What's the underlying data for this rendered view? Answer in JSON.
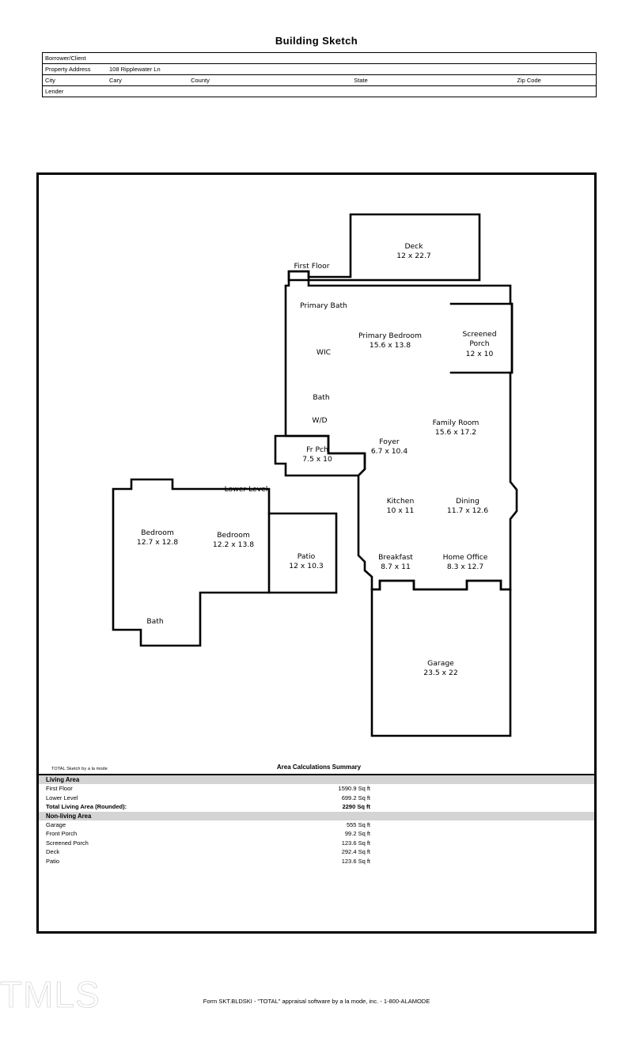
{
  "document": {
    "title": "Building Sketch",
    "footer_note": "Form SKT.BLDSKI - \"TOTAL\" appraisal software by a la mode, inc. - 1-800-ALAMODE",
    "watermark": "TMLS"
  },
  "header": {
    "rows": [
      {
        "label": "Borrower/Client",
        "value": ""
      },
      {
        "label": "Property Address",
        "value": "108 Ripplewater Ln"
      }
    ],
    "city_label": "City",
    "city_value": "Cary",
    "county_label": "County",
    "county_value": "",
    "state_label": "State",
    "state_value": "",
    "zip_label": "Zip Code",
    "zip_value": "",
    "lender_label": "Lender",
    "lender_value": ""
  },
  "sketch": {
    "credit": "TOTAL Sketch by a la mode",
    "level_labels": {
      "first_floor": "First Floor",
      "lower_level": "Lower Level"
    },
    "rooms": [
      {
        "name": "Deck",
        "dims": "12 x 22.7"
      },
      {
        "name": "Primary Bath",
        "dims": ""
      },
      {
        "name": "Primary Bedroom",
        "dims": "15.6 x 13.8"
      },
      {
        "name": "Screened Porch",
        "dims": "12 x 10"
      },
      {
        "name": "WIC",
        "dims": ""
      },
      {
        "name": "Bath",
        "dims": ""
      },
      {
        "name": "W/D",
        "dims": ""
      },
      {
        "name": "Family Room",
        "dims": "15.6 x 17.2"
      },
      {
        "name": "Foyer",
        "dims": "6.7 x 10.4"
      },
      {
        "name": "Fr Pch",
        "dims": "7.5 x 10"
      },
      {
        "name": "Kitchen",
        "dims": "10 x 11"
      },
      {
        "name": "Dining",
        "dims": "11.7 x 12.6"
      },
      {
        "name": "Breakfast",
        "dims": "8.7 x 11"
      },
      {
        "name": "Home Office",
        "dims": "8.3 x 12.7"
      },
      {
        "name": "Bedroom",
        "dims": "12.7 x 12.8"
      },
      {
        "name": "Bedroom",
        "dims": "12.2 x 13.8"
      },
      {
        "name": "Patio",
        "dims": "12 x 10.3"
      },
      {
        "name": "Bath",
        "dims": ""
      },
      {
        "name": "Garage",
        "dims": "23.5 x 22"
      }
    ]
  },
  "area_summary": {
    "heading": "Area Calculations Summary",
    "sections": [
      {
        "title": "Living Area",
        "rows": [
          {
            "name": "First Floor",
            "value": "1590.9 Sq ft",
            "bold": false
          },
          {
            "name": "Lower Level",
            "value": "699.2 Sq ft",
            "bold": false
          },
          {
            "name": "Total Living Area (Rounded):",
            "value": "2290 Sq ft",
            "bold": true
          }
        ]
      },
      {
        "title": "Non-living Area",
        "rows": [
          {
            "name": "Garage",
            "value": "555 Sq ft",
            "bold": false
          },
          {
            "name": "Front Porch",
            "value": "99.2 Sq ft",
            "bold": false
          },
          {
            "name": "Screened Porch",
            "value": "123.6 Sq ft",
            "bold": false
          },
          {
            "name": "Deck",
            "value": "292.4 Sq ft",
            "bold": false
          },
          {
            "name": "Patio",
            "value": "123.6 Sq ft",
            "bold": false
          }
        ]
      }
    ]
  }
}
